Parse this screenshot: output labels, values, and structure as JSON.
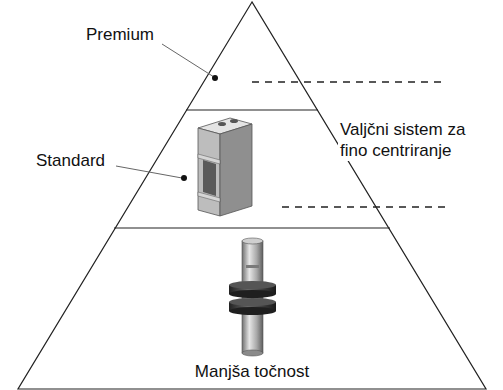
{
  "diagram": {
    "labels": [
      "Premium",
      "Standard",
      "Valjčni sistem za fino centriranje",
      "Manjša točnost"
    ]
  }
}
